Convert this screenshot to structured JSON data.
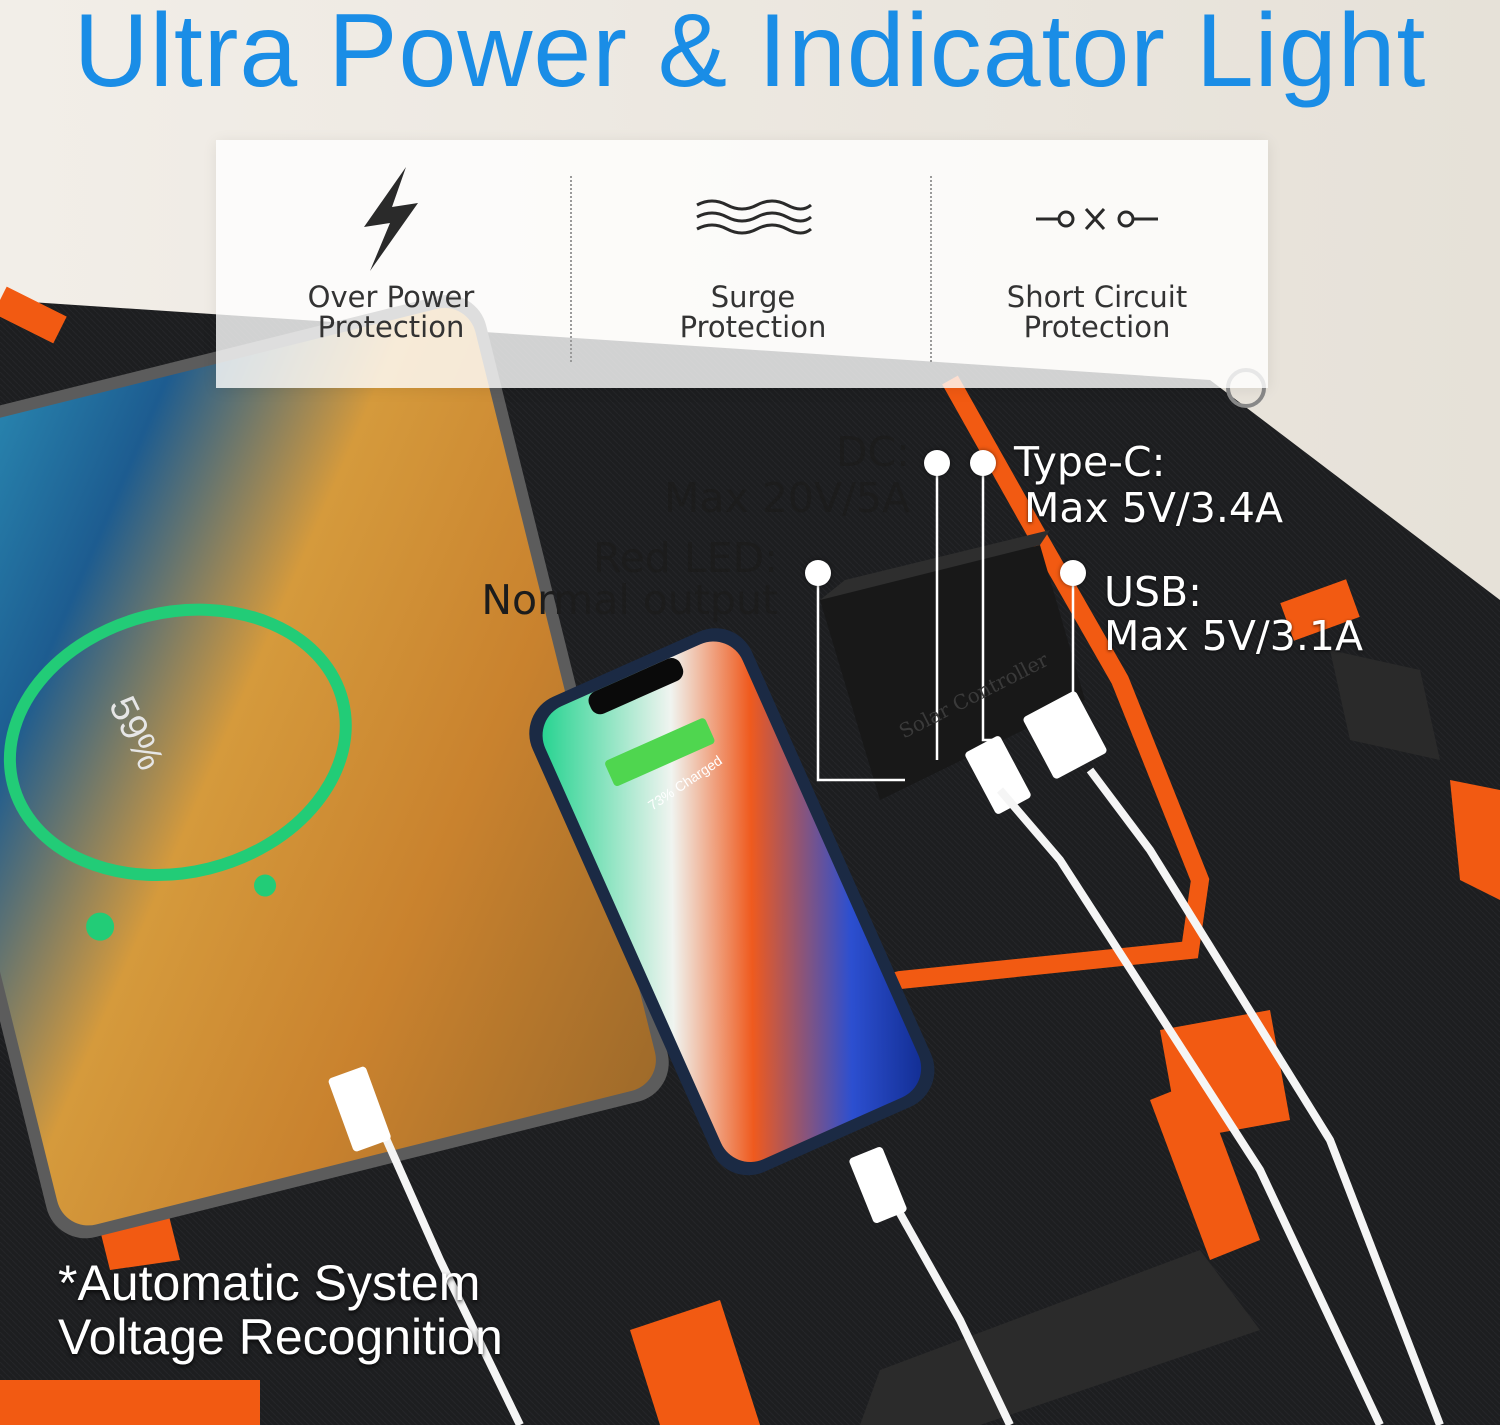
{
  "title": "Ultra Power & Indicator Light",
  "features": [
    {
      "icon": "lightning-bolt-icon",
      "line1": "Over Power",
      "line2": "Protection"
    },
    {
      "icon": "surge-waves-icon",
      "line1": "Surge",
      "line2": "Protection"
    },
    {
      "icon": "short-circuit-icon",
      "line1": "Short Circuit",
      "line2": "Protection"
    }
  ],
  "ports": {
    "dc": {
      "label": "DC:",
      "value": "Max 20V/5A"
    },
    "typec": {
      "label": "Type-C:",
      "value": "Max 5V/3.4A"
    },
    "led": {
      "label": "Red LED:",
      "value": "Normal output"
    },
    "usb": {
      "label": "USB:",
      "value": "Max 5V/3.1A"
    }
  },
  "tablet_battery": "59%",
  "phone_battery": "73% Charged",
  "controller_label": "Solar Controller",
  "footnote": {
    "line1": "*Automatic System",
    "line2": "Voltage Recognition"
  },
  "colors": {
    "title_blue": "#1a8de6",
    "panel_black": "#1d1e20",
    "strap_orange": "#f25a12",
    "charge_green": "#22cc77"
  }
}
